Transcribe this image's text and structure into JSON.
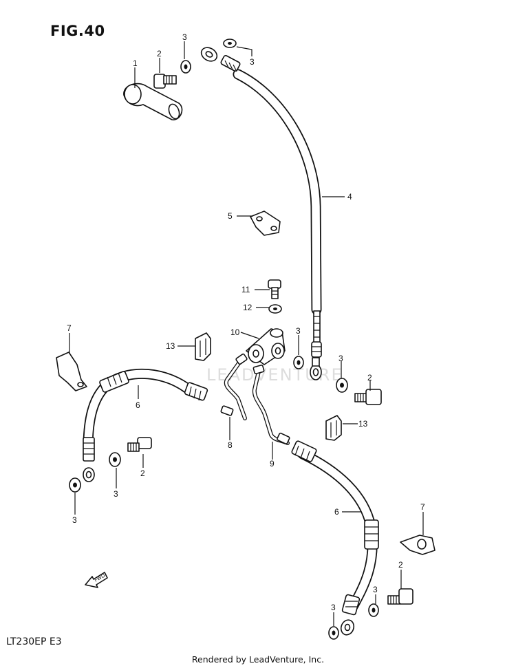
{
  "figure": {
    "title": "FIG.40",
    "model": "LT230EP  E3",
    "credit": "Rendered by LeadVenture, Inc."
  },
  "watermark": {
    "text": "LEADVENTURE"
  },
  "callouts": {
    "c1": "1",
    "c2a": "2",
    "c3a": "3",
    "c3b": "3",
    "c4": "4",
    "c5": "5",
    "c11": "11",
    "c12": "12",
    "c10": "10",
    "c3c": "3",
    "c7a": "7",
    "c13a": "13",
    "c6a": "6",
    "c3d": "3",
    "c2b": "2",
    "c13b": "13",
    "c8": "8",
    "c9": "9",
    "c2c": "2",
    "c3e": "3",
    "c3f": "3",
    "c6b": "6",
    "c7b": "7",
    "c2d": "2",
    "c3g": "3",
    "c3h": "3"
  },
  "icons": {
    "direction_marker": "fwd-arrow-icon",
    "direction_text": "FWD"
  },
  "colors": {
    "line": "#111111",
    "background": "#ffffff",
    "watermark": "#cfcfcf"
  }
}
